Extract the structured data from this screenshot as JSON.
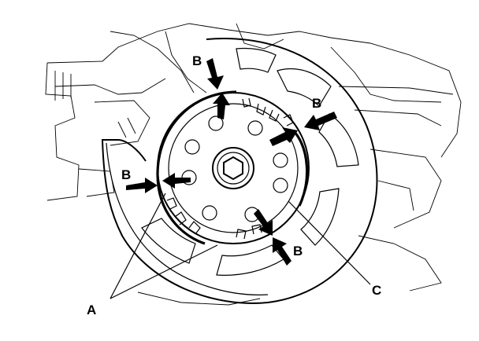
{
  "callouts": {
    "b_top": "B",
    "b_right": "B",
    "b_left": "B",
    "b_bottom": "B",
    "a": "A",
    "c": "C"
  },
  "colors": {
    "ink": "#000000",
    "paper": "#ffffff"
  }
}
